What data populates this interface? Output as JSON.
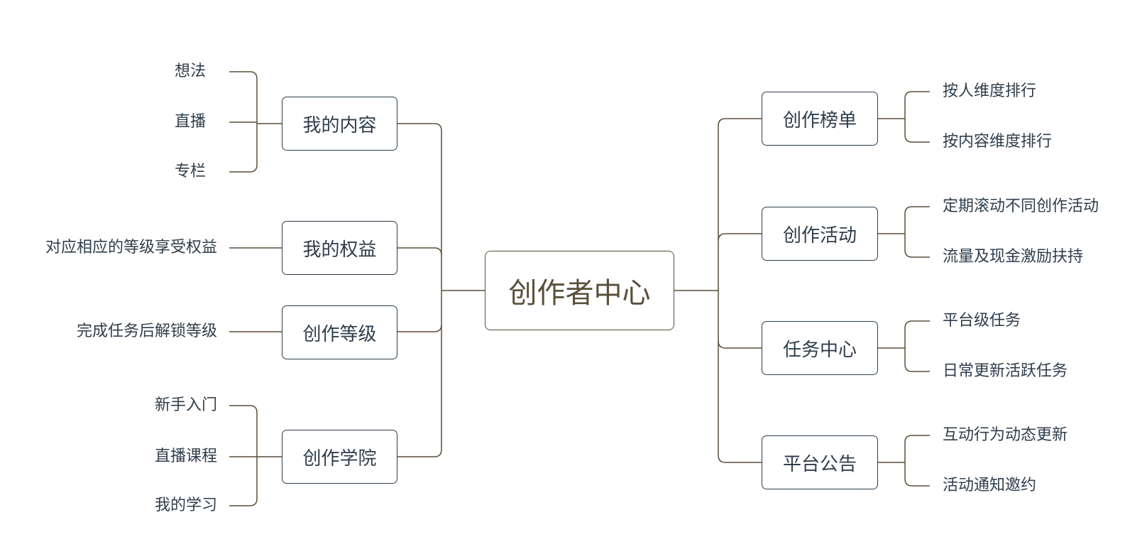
{
  "diagram": {
    "root": "创作者中心",
    "left": [
      {
        "label": "我的内容",
        "children": [
          "想法",
          "直播",
          "专栏"
        ]
      },
      {
        "label": "我的权益",
        "children": [
          "对应相应的等级享受权益"
        ]
      },
      {
        "label": "创作等级",
        "children": [
          "完成任务后解锁等级"
        ]
      },
      {
        "label": "创作学院",
        "children": [
          "新手入门",
          "直播课程",
          "我的学习"
        ]
      }
    ],
    "right": [
      {
        "label": "创作榜单",
        "children": [
          "按人维度排行",
          "按内容维度排行"
        ]
      },
      {
        "label": "创作活动",
        "children": [
          "定期滚动不同创作活动",
          "流量及现金激励扶持"
        ]
      },
      {
        "label": "任务中心",
        "children": [
          "平台级任务",
          "日常更新活跃任务"
        ]
      },
      {
        "label": "平台公告",
        "children": [
          "互动行为动态更新",
          "活动通知邀约"
        ]
      }
    ]
  },
  "colors": {
    "line": "#5b4f3a",
    "text": "#2f3e4c",
    "root": "#5b4f3a"
  }
}
